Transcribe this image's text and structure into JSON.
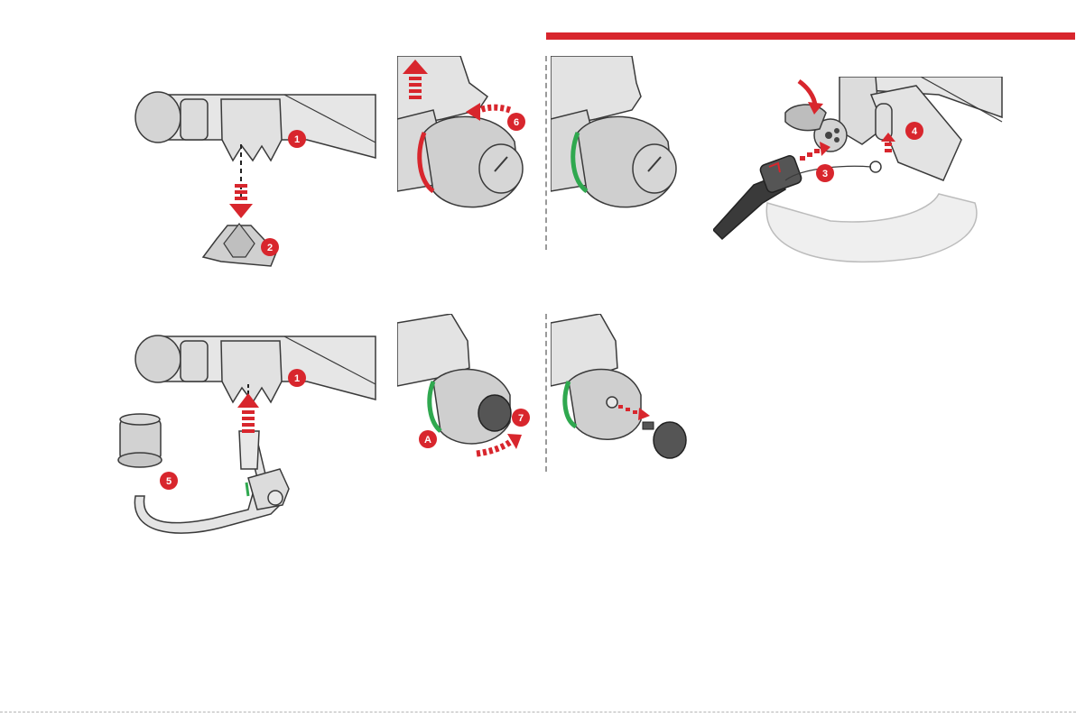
{
  "colors": {
    "accent": "#d8262d",
    "ring_green": "#2fa84f",
    "metal_light": "#e6e6e6",
    "metal_mid": "#cfcfcf",
    "outline": "#3a3a3a"
  },
  "steps": {
    "s1a": "1",
    "s2": "2",
    "s1b": "1",
    "s5": "5",
    "s6": "6",
    "s7": "7",
    "sA": "A",
    "s3": "3",
    "s4": "4"
  },
  "icons": [
    "arrow-down-icon",
    "arrow-up-icon",
    "rotate-arrow-icon",
    "cable-plug-icon"
  ]
}
